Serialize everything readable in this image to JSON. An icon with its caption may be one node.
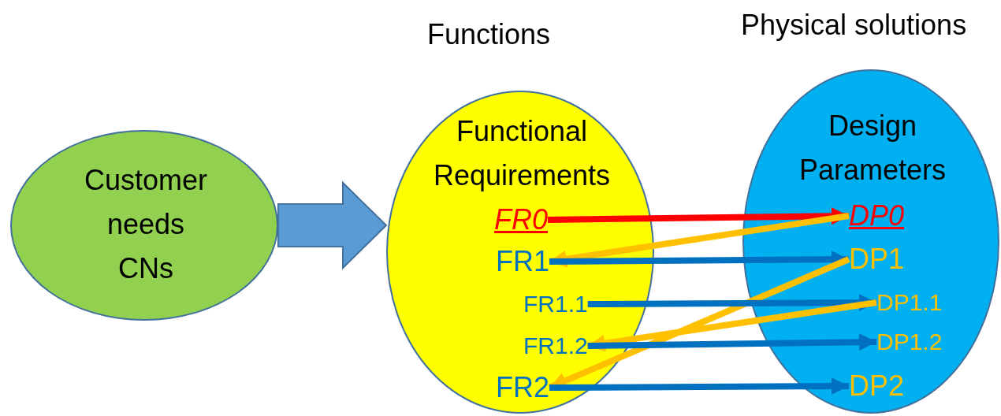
{
  "diagram": {
    "nodes": [
      {
        "text": [
          "Customer needs CNs"
        ]
      },
      {
        "text": [
          "Functional Requirements"
        ],
        "beside": [
          "Functions"
        ]
      },
      {
        "text": [
          "FR0"
        ],
        "in": 1
      },
      {
        "text": [
          "FR1"
        ],
        "in": 1
      },
      {
        "text": [
          "FR1.1"
        ],
        "in": 1
      },
      {
        "text": [
          "FR1.2"
        ],
        "in": 1
      },
      {
        "text": [
          "FR2"
        ],
        "in": 1
      },
      {
        "text": [
          "Design Parameters"
        ],
        "beside": [
          "Physical solutions"
        ]
      },
      {
        "text": [
          "DP0"
        ],
        "in": 7
      },
      {
        "text": [
          "DP1"
        ],
        "in": 7
      },
      {
        "text": [
          "DP1.1"
        ],
        "in": 7
      },
      {
        "text": [
          "DP1.2"
        ],
        "in": 7
      },
      {
        "text": [
          "DP2"
        ],
        "in": 7
      }
    ],
    "edges": [
      {
        "from": 0,
        "to": 1,
        "arrow": "to",
        "style": "thick",
        "color": "#5b9bd5"
      },
      {
        "from": 2,
        "to": 8,
        "arrow": "to",
        "color": "#ff0000"
      },
      {
        "from": 8,
        "to": 3,
        "arrow": "to",
        "color": "#ffc000"
      },
      {
        "from": 3,
        "to": 9,
        "arrow": "to"
      },
      {
        "from": 9,
        "to": 6,
        "arrow": "to",
        "color": "#ffc000"
      },
      {
        "from": 4,
        "to": 10,
        "arrow": "to"
      },
      {
        "from": 10,
        "to": 5,
        "arrow": "to",
        "color": "#ffc000"
      },
      {
        "from": 5,
        "to": 11,
        "arrow": "to"
      },
      {
        "from": 6,
        "to": 12,
        "arrow": "to"
      }
    ]
  }
}
